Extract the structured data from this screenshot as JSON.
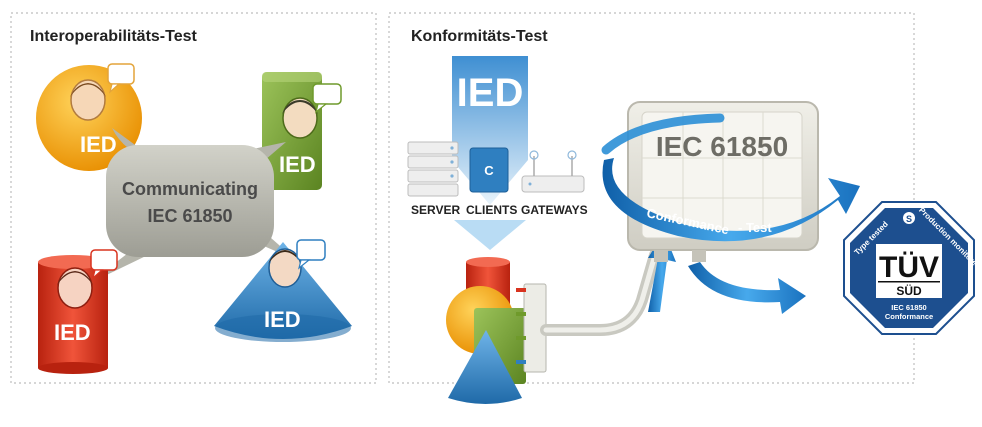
{
  "colors": {
    "ied_orange": "#f2a200",
    "ied_green": "#6f9a2b",
    "ied_red": "#d8331f",
    "ied_blue": "#2f7fc0",
    "bubble_grey": "#b8b8ae",
    "arrow_blue": "#2b8fd6",
    "tuv_blue": "#1d4f8f"
  },
  "interop": {
    "title": "Interoperabilitäts-Test",
    "ied_labels": [
      "IED",
      "IED",
      "IED",
      "IED"
    ],
    "bubble_line1": "Communicating",
    "bubble_line2": "IEC 61850",
    "icons": [
      "head-icon",
      "speech-bubble-icon"
    ]
  },
  "conformity": {
    "title": "Konformitäts-Test",
    "ied_banner": "IED",
    "device_labels": [
      "SERVER",
      "CLIENTS",
      "GATEWAYS"
    ],
    "client_letter": "C",
    "tester_label": "IEC 61850",
    "ring_label_1": "Conformance",
    "ring_label_2": "- Test"
  },
  "tuv": {
    "arc_left": "Type tested",
    "arc_right": "Production monitored",
    "symbol": "S",
    "brand": "TÜV",
    "sub": "SÜD",
    "line1": "IEC 61850",
    "line2": "Conformance"
  }
}
